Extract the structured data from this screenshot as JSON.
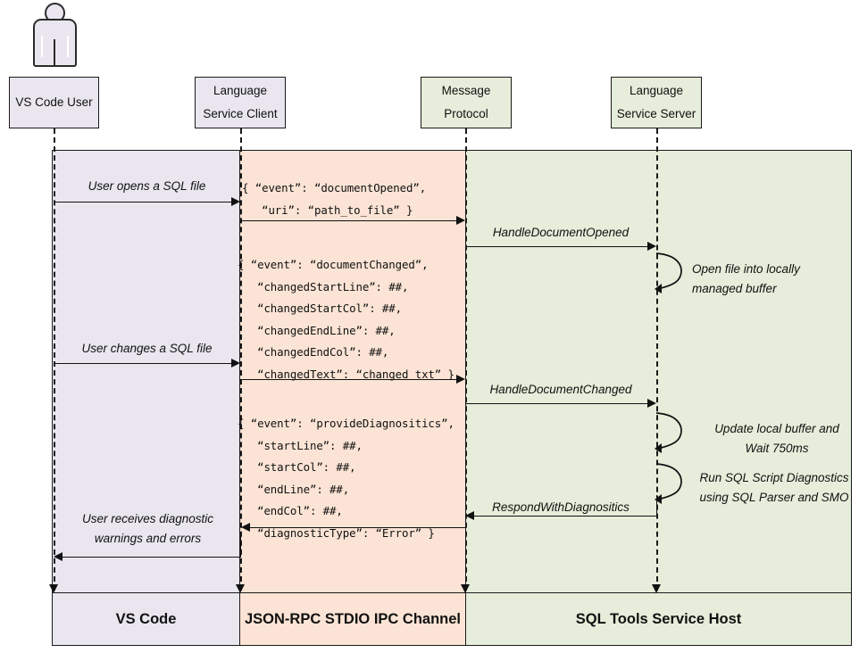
{
  "diagram": {
    "title": "SQL Tools Service language protocol sequence diagram",
    "colors": {
      "vscode_band": "#e9e6ef",
      "ipc_band": "#fbe4d5",
      "host_band": "#e6edda",
      "stroke": "#1a1a1a"
    }
  },
  "actor": {
    "name": "vs-code-user-actor"
  },
  "lifelines": [
    {
      "id": "vs-code-user",
      "line1": "VS Code User",
      "line2": "",
      "theme": "purple"
    },
    {
      "id": "language-service-client",
      "line1": "Language",
      "line2": "Service Client",
      "theme": "purple"
    },
    {
      "id": "message-protocol",
      "line1": "Message",
      "line2": "Protocol",
      "theme": "green"
    },
    {
      "id": "language-service-server",
      "line1": "Language",
      "line2": "Service Server",
      "theme": "green"
    }
  ],
  "messages": {
    "user_opens": "User opens a SQL file",
    "user_changes": "User changes a SQL file",
    "user_receives_line1": "User receives diagnostic",
    "user_receives_line2": "warnings and errors",
    "handle_document_opened": "HandleDocumentOpened",
    "handle_document_changed": "HandleDocumentChanged",
    "respond_with_diagnostics": "RespondWithDiagnositics"
  },
  "payloads": {
    "document_opened": "{ “event”: “documentOpened”,\n   “uri”: “path_to_file” }",
    "document_changed": "{ “event”: “documentChanged”,\n   “changedStartLine”: ##,\n   “changedStartCol”: ##,\n   “changedEndLine”: ##,\n   “changedEndCol”: ##,\n   “changedText”: “changed txt” }",
    "provide_diagnostics": "{ “event”: “provideDiagnositics”,\n   “startLine”: ##,\n   “startCol”: ##,\n   “endLine”: ##,\n   “endCol”: ##,\n   “diagnosticType”: “Error” }"
  },
  "self_actions": [
    {
      "id": "open-file-buffer",
      "line1": "Open file into locally",
      "line2": "managed buffer"
    },
    {
      "id": "update-buffer-wait",
      "line1": "Update local buffer and",
      "line2": "Wait 750ms"
    },
    {
      "id": "run-diagnostics",
      "line1": "Run SQL Script Diagnostics",
      "line2": "using SQL Parser and SMO"
    }
  ],
  "footer": {
    "cells": [
      {
        "id": "footer-vs-code",
        "label": "VS Code",
        "theme": "purple"
      },
      {
        "id": "footer-ipc",
        "label": "JSON-RPC STDIO IPC Channel",
        "theme": "peach"
      },
      {
        "id": "footer-host",
        "label": "SQL Tools Service Host",
        "theme": "green"
      }
    ]
  }
}
